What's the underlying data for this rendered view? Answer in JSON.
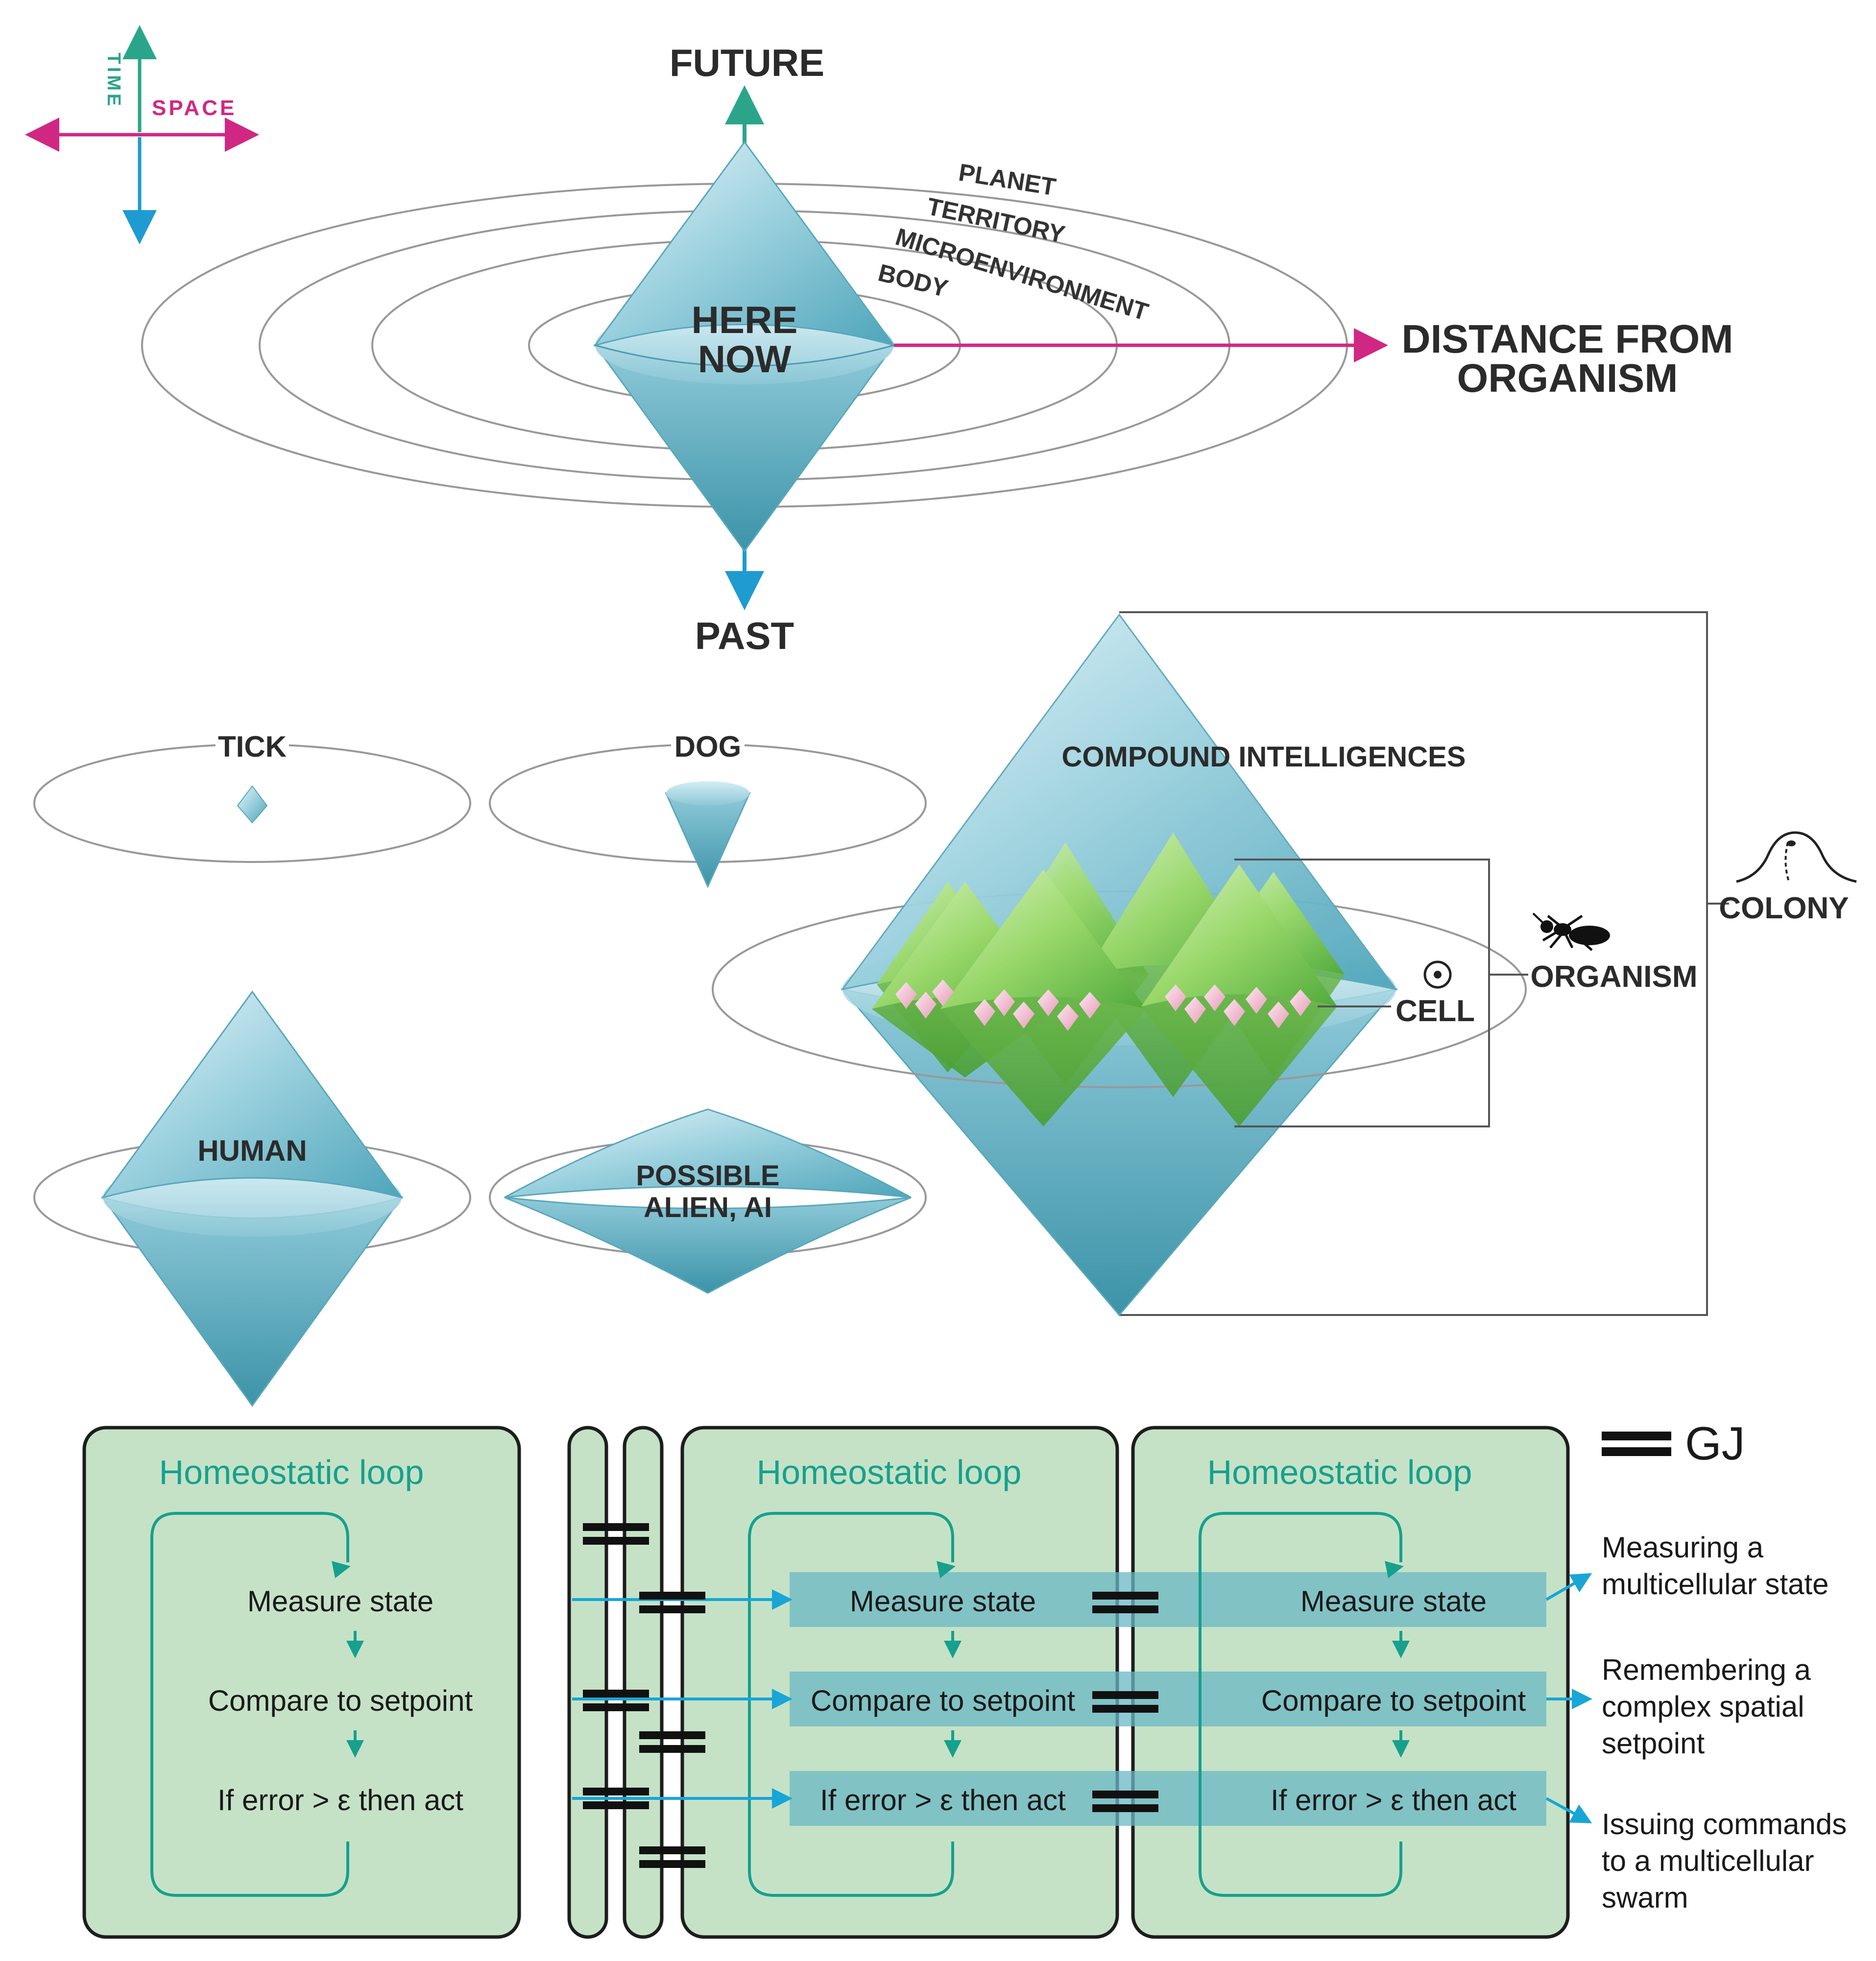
{
  "axes": {
    "time": "TIME",
    "space": "SPACE",
    "time_color": "#2ba58a",
    "space_color": "#d02882",
    "past_color": "#1e9bd0"
  },
  "cone": {
    "future": "FUTURE",
    "past": "PAST",
    "here": "HERE",
    "now": "NOW",
    "rings": [
      "PLANET",
      "TERRITORY",
      "MICROENVIRONMENT",
      "BODY"
    ],
    "distance_line1": "DISTANCE FROM",
    "distance_line2": "ORGANISM"
  },
  "examples": {
    "tick": "TICK",
    "dog": "DOG",
    "human": "HUMAN",
    "alien_line1": "POSSIBLE",
    "alien_line2": "ALIEN, AI"
  },
  "compound": {
    "title": "COMPOUND INTELLIGENCES",
    "cell": "CELL",
    "organism": "ORGANISM",
    "colony": "COLONY"
  },
  "loops": {
    "title": "Homeostatic loop",
    "measure": "Measure state",
    "compare": "Compare to setpoint",
    "act": "If error > ε then act",
    "gj_label": "GJ",
    "box_fill": "#c5e2c6",
    "band_fill": "#6ab7c4",
    "arrow_color": "#18a6d6",
    "teal_color": "#17a08e"
  },
  "notes": {
    "n1_line1": "Measuring a",
    "n1_line2": "multicellular state",
    "n2_line1": "Remembering a",
    "n2_line2": "complex spatial",
    "n2_line3": "setpoint",
    "n3_line1": "Issuing commands",
    "n3_line2": "to a multicellular",
    "n3_line3": "swarm"
  }
}
